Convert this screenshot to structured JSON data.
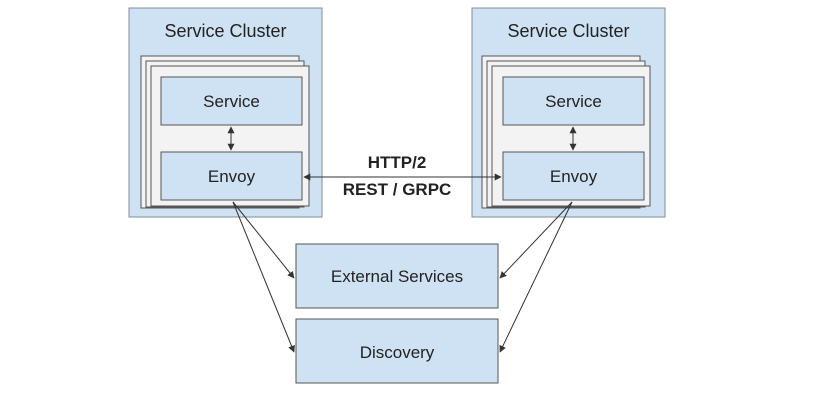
{
  "clusters": [
    {
      "title": "Service Cluster",
      "service_label": "Service",
      "proxy_label": "Envoy"
    },
    {
      "title": "Service Cluster",
      "service_label": "Service",
      "proxy_label": "Envoy"
    }
  ],
  "link": {
    "protocol": "HTTP/2",
    "api": "REST / GRPC"
  },
  "shared": {
    "external_services": "External Services",
    "discovery": "Discovery"
  },
  "colors": {
    "box_fill": "#cfe2f3",
    "card_fill": "#f3f3f3",
    "border": "#555555"
  }
}
